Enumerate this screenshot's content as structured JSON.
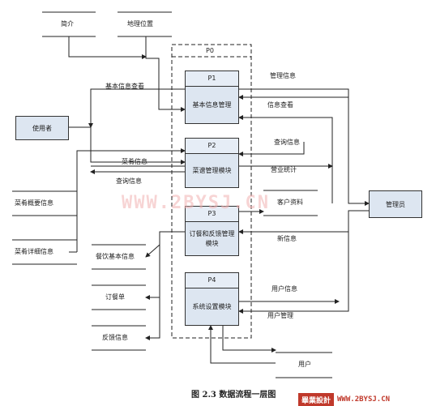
{
  "stores": {
    "intro": "简介",
    "location": "地理位置",
    "dish_summary": "菜肴概要信息",
    "dish_detail": "菜肴详细信息",
    "restaurant_info": "餐饮基本信息",
    "order": "订餐单",
    "feedback": "反馈信息",
    "customer_data": "客户资料",
    "user": "用户"
  },
  "entities": {
    "user": "使用者",
    "admin": "管理员"
  },
  "boundary": "P0",
  "processes": [
    {
      "id": "P1",
      "name": "基本信息管理"
    },
    {
      "id": "P2",
      "name": "菜谱管理模块"
    },
    {
      "id": "P3",
      "name": "订餐和反馈管理模块"
    },
    {
      "id": "P4",
      "name": "系统设置模块"
    }
  ],
  "flows": {
    "basic_query": "基本信息查看",
    "dish_info": "菜肴信息",
    "query_info_left": "查询信息",
    "manage_info": "管理信息",
    "info_view": "信息查看",
    "query_info_right": "查询信息",
    "business_stats": "营业统计",
    "new_info": "新信息",
    "user_info": "用户信息",
    "user_manage": "用户管理"
  },
  "watermark": "WWW.2BYSJ.CN",
  "caption": "图 2.3 数据流程一层图",
  "badge": {
    "left": "畢業設計",
    "right": "WWW.2BYSJ.CN"
  }
}
